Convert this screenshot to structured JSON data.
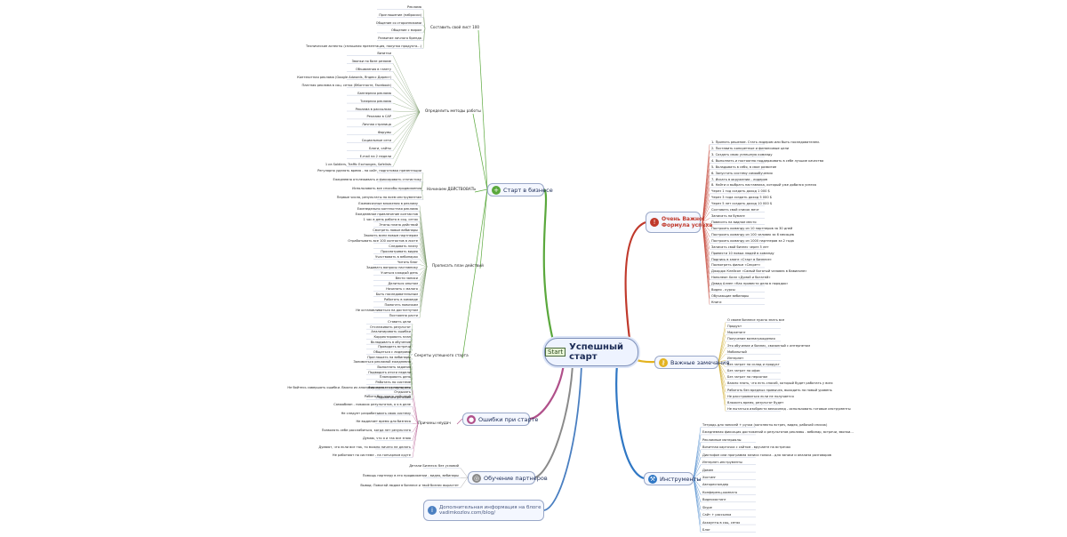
{
  "center": {
    "icon": "Start",
    "title": "Успешный старт"
  },
  "colors": {
    "center_border": "#7d8fb8",
    "branch_start": "#5aa83c",
    "branch_important": "#c0392b",
    "branch_points": "#e3b21f",
    "branch_tools": "#2f77c4",
    "branch_errors": "#b0508a",
    "branch_training": "#8a8a8a",
    "branch_blog": "#4a7fc1"
  },
  "branches": {
    "start": {
      "icon": "plus-circle-icon",
      "label": "Старт в бизнесе"
    },
    "important": {
      "icon": "warning-icon",
      "label_line1": "Очень Важно!",
      "label_line2": "Формула успеха"
    },
    "points": {
      "icon": "key-icon",
      "label": "Важные замечания"
    },
    "tools": {
      "icon": "tools-icon",
      "label": "Инструменты"
    },
    "errors": {
      "icon": "bomb-icon",
      "label": "Ошибки при старте"
    },
    "training": {
      "icon": "lifebuoy-icon",
      "label": "Обучение партнеров"
    },
    "blog": {
      "icon": "info-icon",
      "label_line1": "Дополнительная информация на блоге",
      "label_line2": "vadimkozlov.com/blog/"
    }
  },
  "start_sections": {
    "list": "Составить свой лист 100",
    "methods": "Определить методы работы",
    "act": "Начинаем ДЕЙСТВОВАТЬ",
    "plan": "Прописать план действий",
    "secrets": "Секреты успешного старта"
  },
  "start_leaves": [
    "Реклама",
    "Приглашение (наброски)",
    "Общение со сторонниками",
    "Общение с миром",
    "Развитие личного бренда",
    "Технические аспекты (сплошная презентация, покупка продукта...)",
    "Визитки",
    "Звонки по базе резюме",
    "Объявления в газету",
    "Контекстная реклама (Google Adwords, Яндекс Директ)",
    "Платная реклама в соц. сетях (ВКонтакте, Facebook)",
    "Баннерная реклама",
    "Тизерная реклама",
    "Реклама в рассылках",
    "Реклама в САР",
    "Личная страница",
    "Форумы",
    "Социальные сети",
    "Блоги, сайты",
    "E-mail на 2 недели",
    "1 из Soldiers, Traffic Exchanges, Safelists",
    "Регулярно уделять время - на сайт, подготовка презентации",
    "Ежедневно отслеживать и фиксировать статистику",
    "Использовать все способы продвижения",
    "Первые числа, результаты по всем инструментам",
    "Ежемесячные вложения в рекламу",
    "Еженедельно контекстная реклама",
    "Ежедневное привлечение контактов",
    "1 час в день работа в соц. сетях",
    "Этапы плана действий",
    "Смотреть новые вебинары",
    "Звонить всем новым партнерам",
    "Отрабатывать все 100 контактов в листе",
    "Следовать плану",
    "Просматривать видео",
    "Участвовать в вебинарах",
    "Читать блог",
    "Задавать вопросы наставнику",
    "Учиться каждый день",
    "Вести записи",
    "Делиться опытом",
    "Начинать с малого",
    "Быть последовательным",
    "Работать в команде",
    "Помогать новичкам",
    "Не останавливаться на достигнутом",
    "Постоянно расти",
    "Ставить цели",
    "Отслеживать результат",
    "Анализировать ошибки",
    "Корректировать план",
    "Вкладывать в обучение",
    "Проводить встречи",
    "Общаться с лидерами",
    "Приглашать на вебинары",
    "Заниматься рекламой ежедневно",
    "Выполнять задания",
    "Подводить итоги недели",
    "Планировать день",
    "Работать по системе",
    "Фиксировать результаты",
    "Отдыхать",
    "Радоваться успехам"
  ],
  "important_leaves": [
    "1. Принять решение. Стать лидером или быть последователем.",
    "2. Поставить конкретные и финансовые цели",
    "3. Создать свою успешную команду",
    "4. Выполнить и постоянно поддерживать в себе лучшие качества",
    "5. Вкладывать в себя, в свое развитие",
    "6. Запустить систему самообучения",
    "7. Искать в окружении - лидеров",
    "8. Найти и выбрать наставника, который уже добился успеха",
    "Через 1 год создать доход 1 000 $",
    "Через 3 года создать доход 5 000 $",
    "Через 5 лет создать доход 10 000 $",
    "Составить свой список мечт",
    "Записать на бумаге",
    "Повесить на видное место",
    "Построить команду из 10 партнеров за 30 дней",
    "Построить команду из 100 человек за 6 месяцев",
    "Построить команду из 1000 партнеров за 2 года",
    "Записать свой бизнес через 5 лет",
    "Привести 10 новых людей в команду",
    "Подпись в книге «Старт в бизнесе»",
    "Посмотреть фильм «Секрет»",
    "Джордж Клейсон «Самый богатый человек в Вавилоне»",
    "Наполеон Хилл «Думай и богатей»",
    "Дэвид Аллен «Как привести дела в порядок»",
    "Видео - курсы",
    "Обучающие вебинары",
    "Книги"
  ],
  "points_leaves": [
    "О своем бизнесе нужно знать все",
    "Продукт",
    "Маркетинг",
    "Получение вознаграждения",
    "Это обучение и бизнес, связанный с интернетом",
    "Мобильный",
    "Интернет",
    "Без затрат на склад и продукт",
    "Без затрат на офис",
    "Без затрат на персонал",
    "Важно знать, что есть способ, который будет работать у всех",
    "Работать без вредных привычек, выходить на новый уровень",
    "Не расстраиваться если не получается",
    "Вложить время, результат будет",
    "Не пытаться изобрести велосипед - использовать готовые инструменты"
  ],
  "tools_leaves": [
    "Тетрадь для записей + ручка (конспекты встреч, видео, рабочий список)",
    "Ежедневная фиксация достижений и результатов рекламы - вебинар, встречи, звонки...",
    "Рекламные материалы",
    "Визитная карточка с сайтом - вручаете на встречах",
    "Диктофон или программа записи голоса - для записи и анализа разговоров",
    "Интернет-инструменты",
    "Домен",
    "Хостинг",
    "Автореспондер",
    "Конференц-комната",
    "Видеохостинг",
    "Skype",
    "Сайт + рассылка",
    "Аккаунты в соц. сетях",
    "Блог"
  ],
  "errors_leaves": [
    "Не бойтесь совершать ошибки. Важно их анализировать и не повторять",
    "Работа без плана действий",
    "Самообман - никаких результатов, а я в деле",
    "Не следует разрабатывать свою систему",
    "Не выделяет время для бизнеса",
    "Позволять себе расслабиться, когда нет результата",
    "Думаю, что я и так все знаю",
    "Думают, что если все так, то можно ничего не делать",
    "Не работают по системе - на гончарном круге"
  ],
  "errors_group": "Причины неудач",
  "training_leaves": [
    "Детали Бизнеса: без условий",
    "Помощь партнеру в его продвижении - видео, вебинары",
    "Вывод: Помогай людям в бизнесе и твой бизнес вырастет"
  ]
}
